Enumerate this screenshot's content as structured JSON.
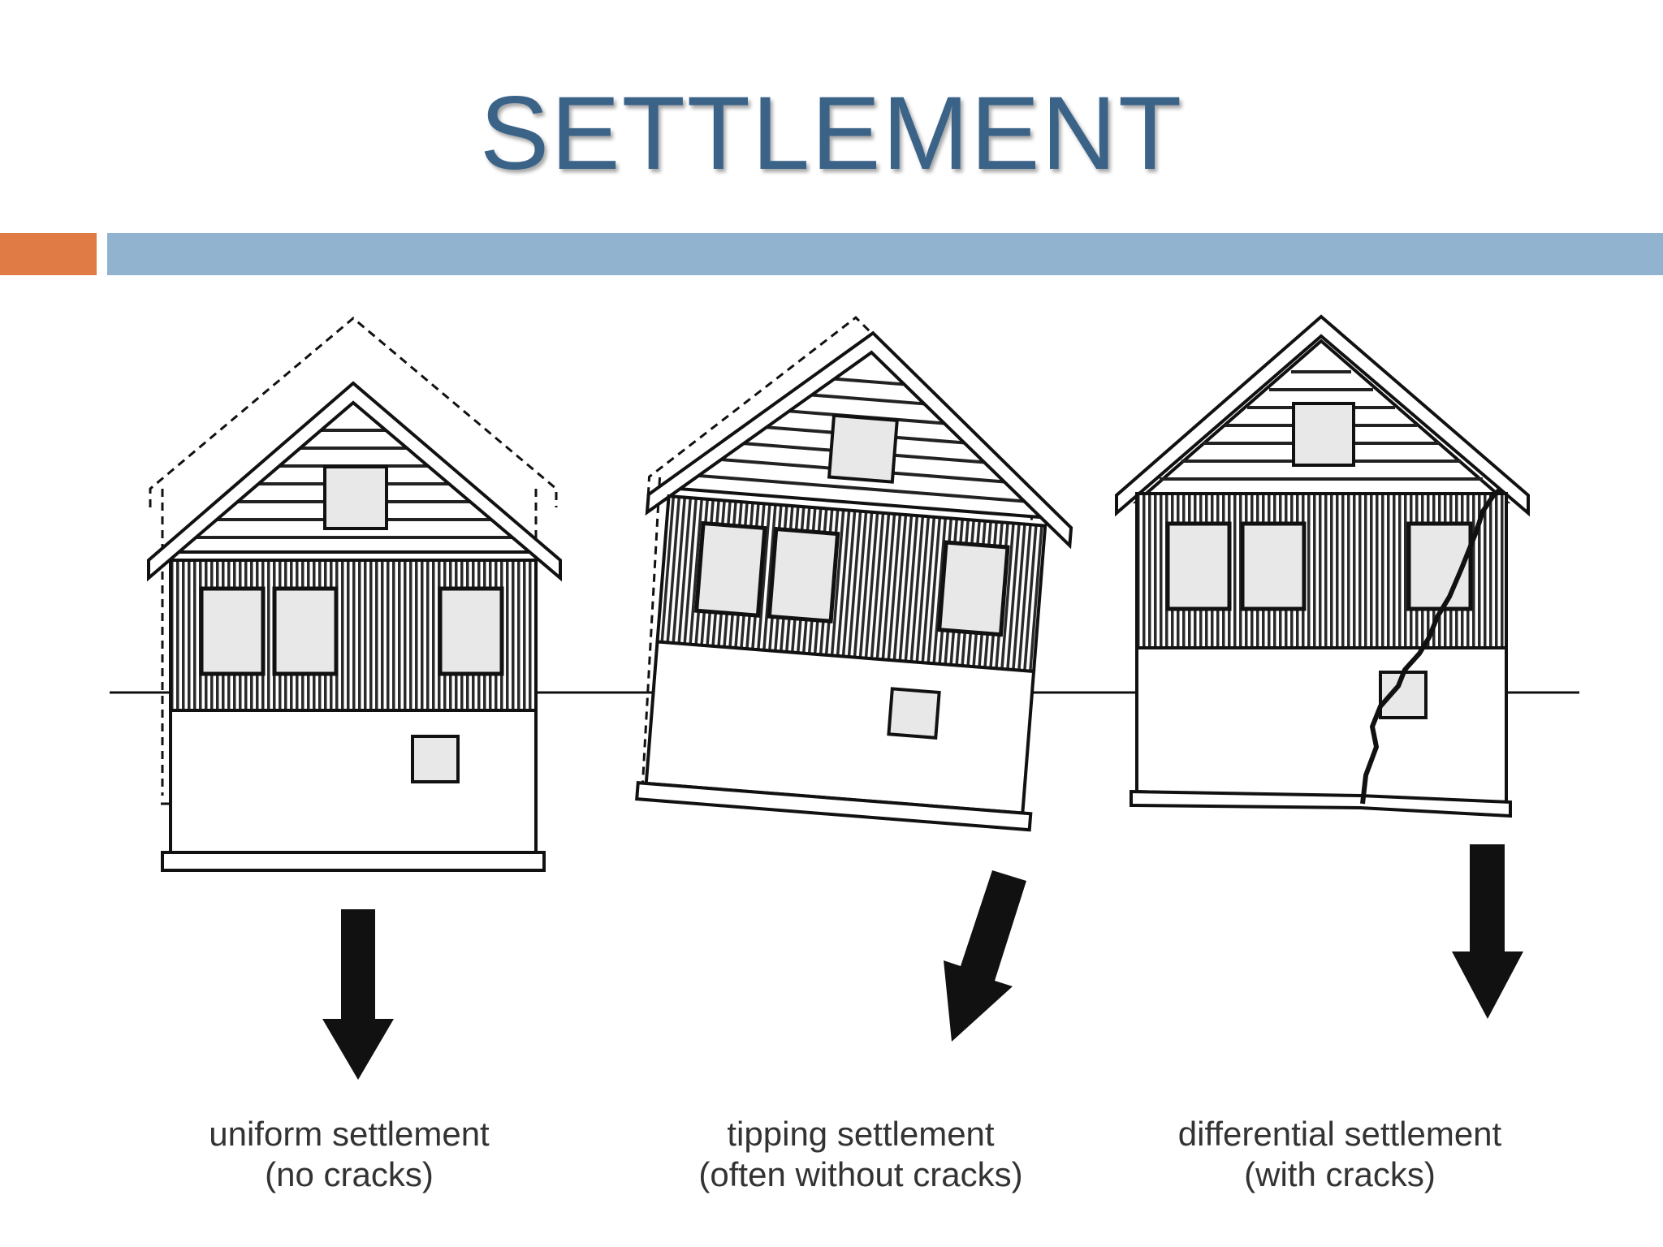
{
  "slide": {
    "title": "SETTLEMENT",
    "colors": {
      "title": "#3b6388",
      "accent_bar": "#e07b45",
      "rule_bar": "#92b3cf",
      "ink": "#111111",
      "window_fill": "#e8e8e8"
    }
  },
  "panels": [
    {
      "label_line1": "uniform settlement",
      "label_line2": "(no cracks)"
    },
    {
      "label_line1": "tipping settlement",
      "label_line2": "(often without cracks)"
    },
    {
      "label_line1": "differential settlement",
      "label_line2": "(with cracks)"
    }
  ]
}
